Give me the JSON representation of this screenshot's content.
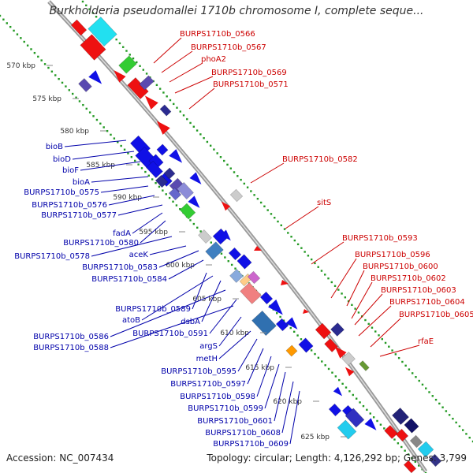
{
  "title": "Burkholderia pseudomallei 1710b chromosome I, complete seque...",
  "footer": {
    "accession": "Accession: NC_007434",
    "topology": "Topology: circular; Length: 4,126,292 bp; Genes: 3,799"
  },
  "colors": {
    "plus_strand_gene": "#0000ee",
    "minus_strand_gene": "#ee0000",
    "backbone": "#999999",
    "gc_dots": "#229922",
    "label_blue": "#0000aa",
    "label_red": "#cc0000"
  },
  "ruler_ticks": [
    "570 kbp",
    "575 kbp",
    "580 kbp",
    "585 kbp",
    "590 kbp",
    "595 kbp",
    "600 kbp",
    "605 kbp",
    "610 kbp",
    "615 kbp",
    "620 kbp",
    "625 kbp"
  ],
  "labels_red": [
    "BURPS1710b_0566",
    "BURPS1710b_0567",
    "phoA2",
    "BURPS1710b_0569",
    "BURPS1710b_0571",
    "BURPS1710b_0582",
    "sitS",
    "BURPS1710b_0593",
    "BURPS1710b_0596",
    "BURPS1710b_0600",
    "BURPS1710b_0602",
    "BURPS1710b_0603",
    "BURPS1710b_0604",
    "BURPS1710b_0605",
    "rfaE"
  ],
  "labels_blue": [
    "bioB",
    "bioD",
    "bioF",
    "bioA",
    "BURPS1710b_0575",
    "BURPS1710b_0576",
    "BURPS1710b_0577",
    "fadA",
    "BURPS1710b_0580",
    "BURPS1710b_0578",
    "aceK",
    "BURPS1710b_0583",
    "BURPS1710b_0584",
    "BURPS1710b_0589",
    "atoB",
    "dsbA",
    "BURPS1710b_0586",
    "BURPS1710b_0591",
    "BURPS1710b_0588",
    "argS",
    "metH",
    "BURPS1710b_0595",
    "BURPS1710b_0597",
    "BURPS1710b_0598",
    "BURPS1710b_0599",
    "BURPS1710b_0601",
    "BURPS1710b_0608",
    "BURPS1710b_0609"
  ]
}
